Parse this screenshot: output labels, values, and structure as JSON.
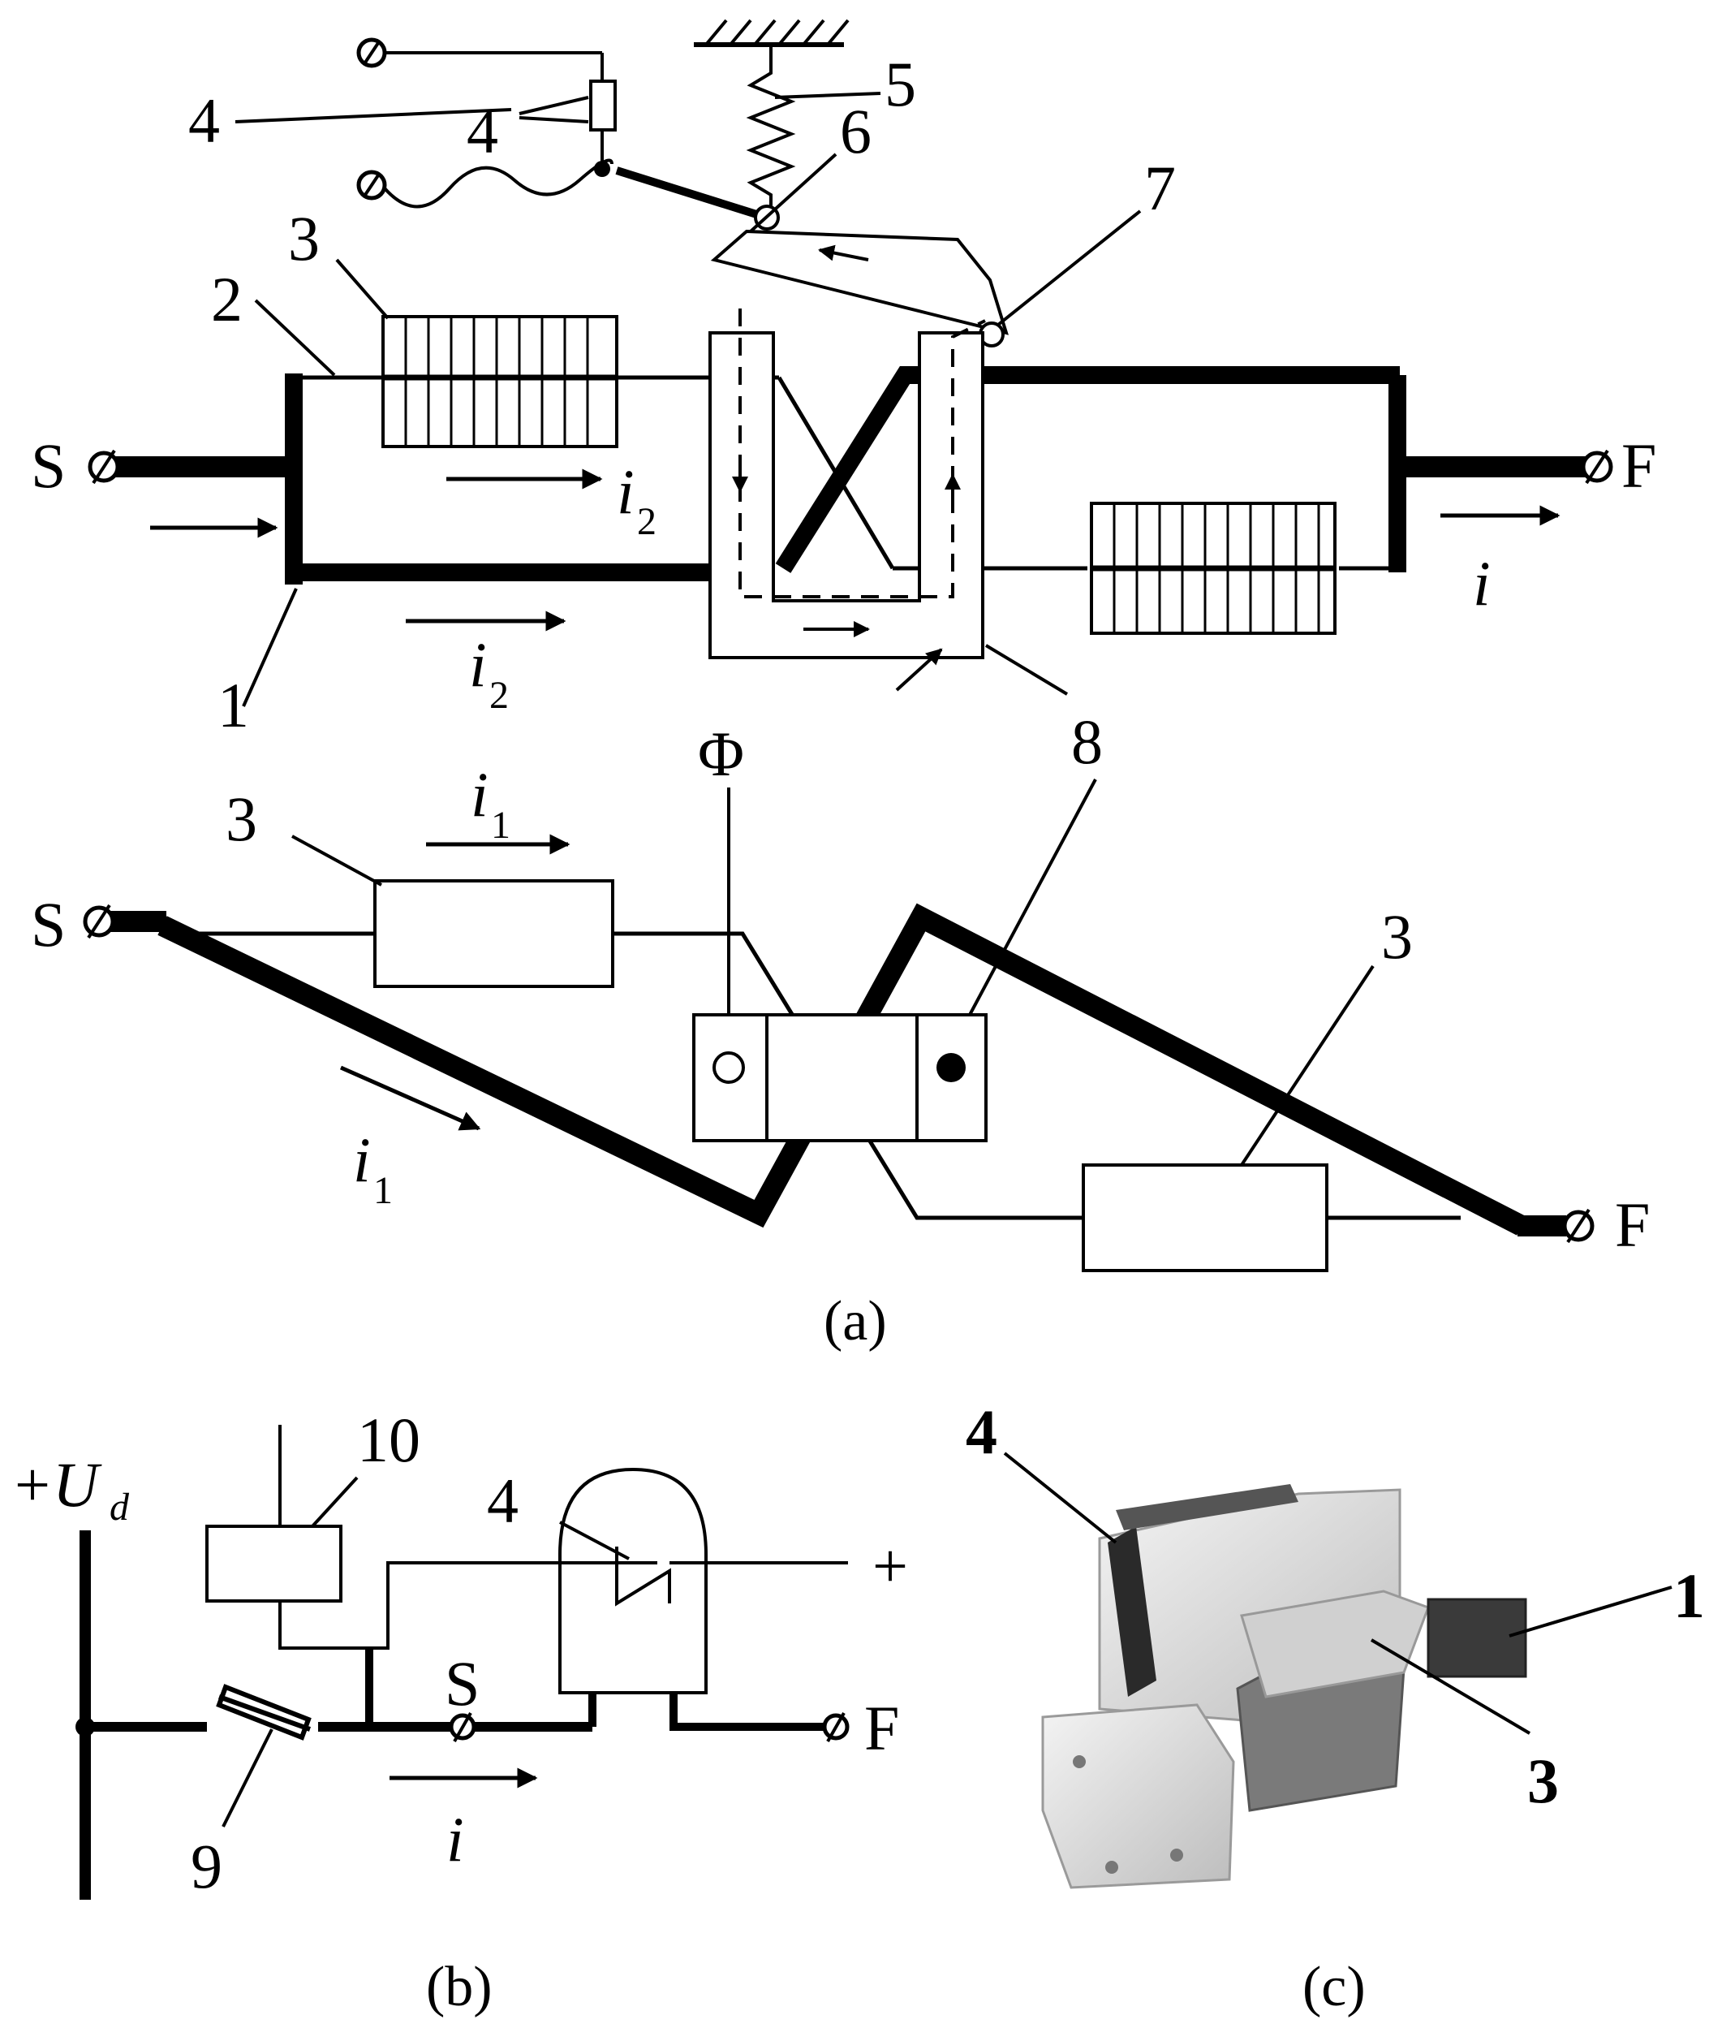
{
  "figure": {
    "panel_a": {
      "caption": "(a)",
      "terminal_start": "S",
      "terminal_finish": "F",
      "flux_label": "Φ",
      "current_total": "i",
      "current_branch_2": "i",
      "current_branch_2_sub": "2",
      "current_branch_1": "i",
      "current_branch_1_sub": "1",
      "part_numbers": {
        "p1": "1",
        "p2": "2",
        "p3": "3",
        "p4a": "4",
        "p4b": "4",
        "p5": "5",
        "p6": "6",
        "p7": "7",
        "p8": "8"
      }
    },
    "panel_b": {
      "caption": "(b)",
      "supply_prefix": "+",
      "supply_U": "U",
      "supply_sub": "d",
      "terminal_start": "S",
      "terminal_finish": "F",
      "plus_sign": "+",
      "current": "i",
      "part_numbers": {
        "p4": "4",
        "p9": "9",
        "p10": "10"
      }
    },
    "panel_c": {
      "caption": "(c)",
      "part_numbers": {
        "p1": "1",
        "p3": "3",
        "p4": "4"
      }
    }
  }
}
